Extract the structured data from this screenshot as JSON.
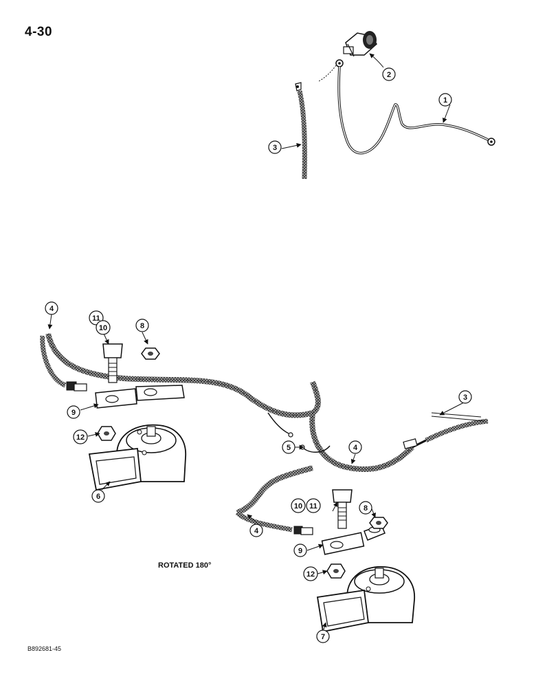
{
  "page_number": "4-30",
  "rotated_note": "ROTATED 180°",
  "figure_code": "B892681-45",
  "callouts": [
    {
      "id": "c1",
      "label": "1"
    },
    {
      "id": "c2",
      "label": "2"
    },
    {
      "id": "c3a",
      "label": "3"
    },
    {
      "id": "c4a",
      "label": "4"
    },
    {
      "id": "c11a",
      "label": "11"
    },
    {
      "id": "c10a",
      "label": "10"
    },
    {
      "id": "c8a",
      "label": "8"
    },
    {
      "id": "c9a",
      "label": "9"
    },
    {
      "id": "c12a",
      "label": "12"
    },
    {
      "id": "c6",
      "label": "6"
    },
    {
      "id": "c3b",
      "label": "3"
    },
    {
      "id": "c5",
      "label": "5"
    },
    {
      "id": "c4b",
      "label": "4"
    },
    {
      "id": "c10b",
      "label": "10"
    },
    {
      "id": "c11b",
      "label": "11"
    },
    {
      "id": "c8b",
      "label": "8"
    },
    {
      "id": "c4c",
      "label": "4"
    },
    {
      "id": "c9b",
      "label": "9"
    },
    {
      "id": "c12b",
      "label": "12"
    },
    {
      "id": "c7",
      "label": "7"
    }
  ]
}
